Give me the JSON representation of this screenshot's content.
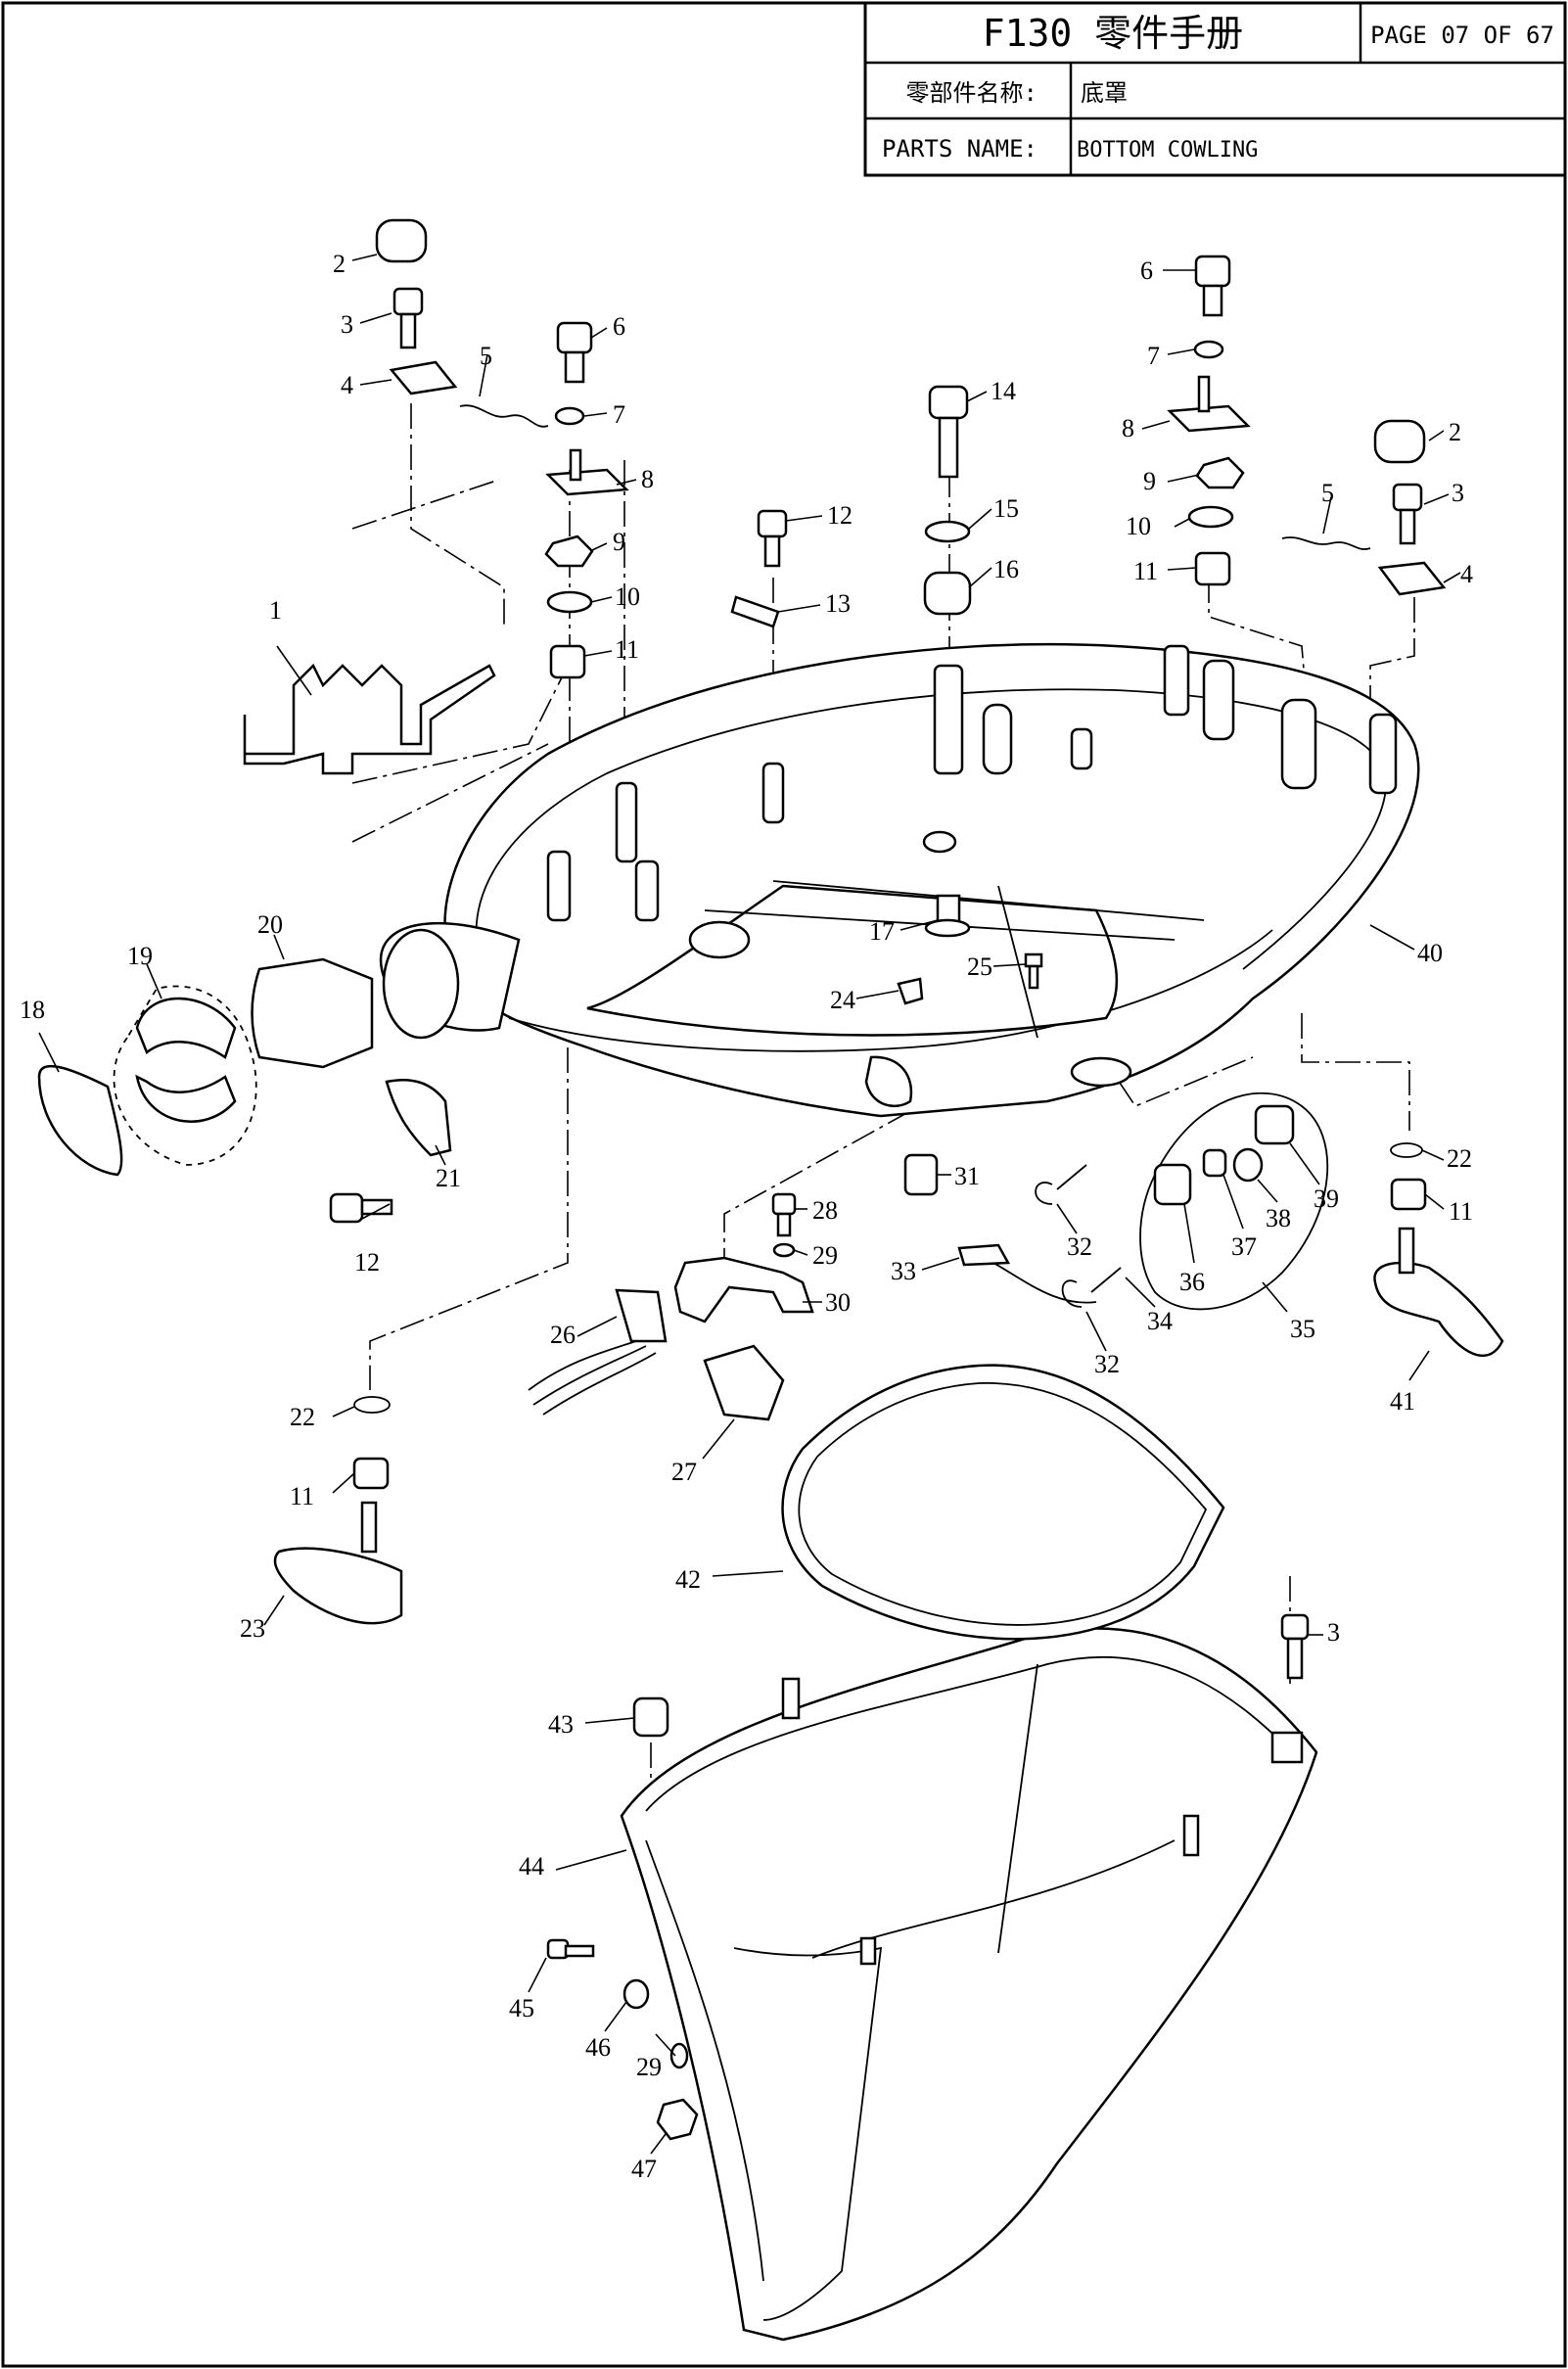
{
  "header": {
    "title": "F130 零件手册",
    "page": "PAGE 07 OF 67",
    "name_label_cn": "零部件名称:",
    "name_value_cn": "底罩",
    "name_label_en": "PARTS NAME:",
    "name_value_en": "BOTTOM COWLING"
  },
  "callouts": [
    "1",
    "2",
    "3",
    "4",
    "5",
    "6",
    "7",
    "8",
    "9",
    "10",
    "11",
    "12",
    "13",
    "14",
    "15",
    "16",
    "17",
    "18",
    "19",
    "20",
    "21",
    "22",
    "23",
    "24",
    "25",
    "26",
    "27",
    "28",
    "29",
    "30",
    "31",
    "32",
    "33",
    "34",
    "35",
    "36",
    "37",
    "38",
    "39",
    "40",
    "41",
    "42",
    "43",
    "44",
    "45",
    "46",
    "47"
  ]
}
